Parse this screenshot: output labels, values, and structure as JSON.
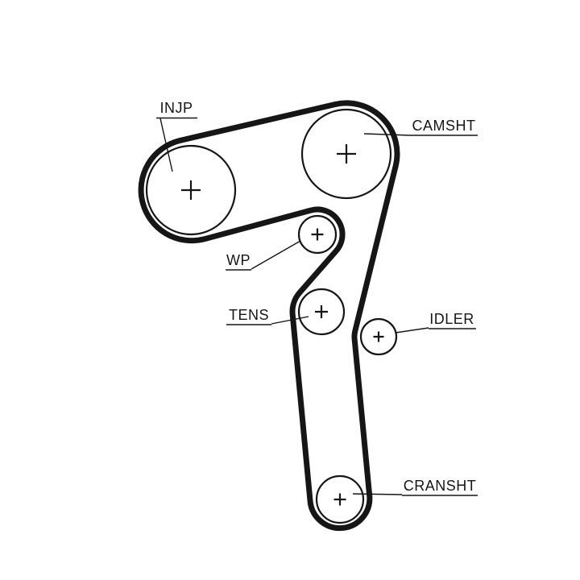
{
  "diagram": {
    "type": "timing-belt-routing-diagram",
    "background": "#ffffff",
    "line_color": "#161616",
    "labels": {
      "injp": "INJP",
      "camsht": "CAMSHT",
      "wp": "WP",
      "tens": "TENS",
      "idler": "IDLER",
      "cransht": "CRANSHT"
    }
  }
}
